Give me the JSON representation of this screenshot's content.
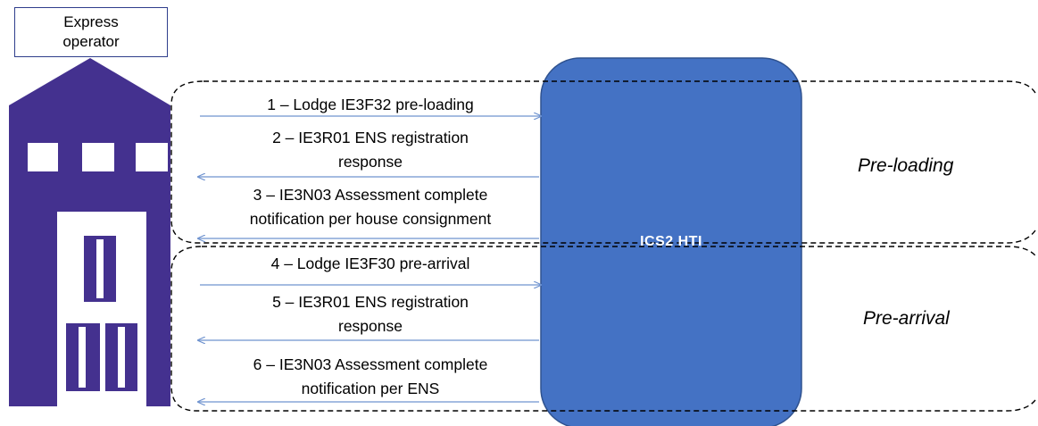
{
  "operator": {
    "label_line1": "Express",
    "label_line2": "operator"
  },
  "system": {
    "label": "ICS2 HTI"
  },
  "phases": {
    "pre_loading": "Pre-loading",
    "pre_arrival": "Pre-arrival"
  },
  "messages": [
    {
      "lines": [
        "1 – Lodge IE3F32 pre-loading"
      ],
      "direction": "to-system"
    },
    {
      "lines": [
        "2 – IE3R01 ENS registration",
        "response"
      ],
      "direction": "to-operator"
    },
    {
      "lines": [
        "3 – IE3N03 Assessment complete",
        "notification per house consignment"
      ],
      "direction": "to-operator"
    },
    {
      "lines": [
        "4 – Lodge IE3F30 pre-arrival"
      ],
      "direction": "to-system"
    },
    {
      "lines": [
        "5 – IE3R01 ENS registration",
        "response"
      ],
      "direction": "to-operator"
    },
    {
      "lines": [
        "6 – IE3N03 Assessment complete",
        "notification per ENS"
      ],
      "direction": "to-operator"
    }
  ],
  "colors": {
    "building": "#44318f",
    "system_box": "#4472c4",
    "arrow": "#6f93cf"
  }
}
